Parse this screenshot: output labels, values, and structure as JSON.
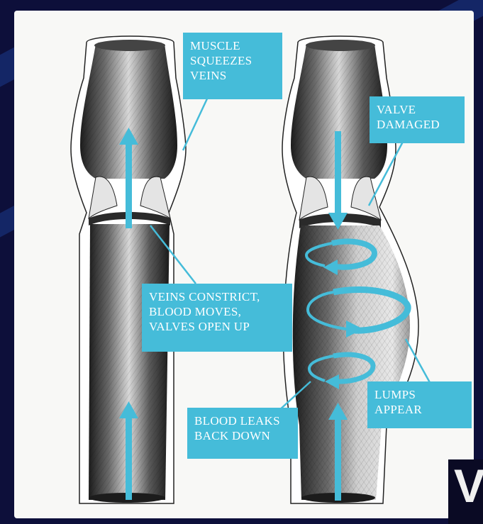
{
  "labels": {
    "muscle_squeezes": "MUSCLE\nSQUEEZES\nVEINS",
    "valve_damaged": "VALVE\nDAMAGED",
    "veins_constrict": "VEINS CONSTRICT,\nBLOOD MOVES,\nVALVES OPEN UP",
    "lumps_appear": "LUMPS\nAPPEAR",
    "blood_leaks": "BLOOD LEAKS\nBACK DOWN"
  },
  "corner_text": "V",
  "colors": {
    "accent": "#45bcd9",
    "background": "#0d0f3a",
    "panel": "#f8f8f6",
    "vein_dark": "#2a2a2a"
  }
}
